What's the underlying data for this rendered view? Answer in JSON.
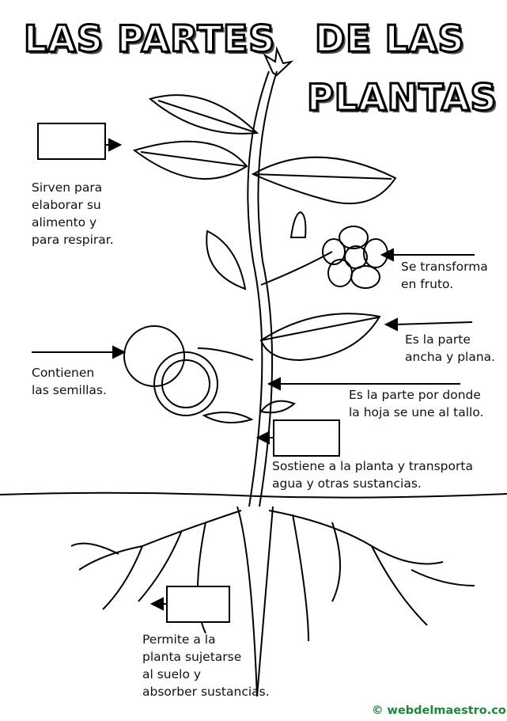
{
  "title": {
    "line1a": "LAS PARTES",
    "line1b": "DE LAS",
    "line2": "PLANTAS"
  },
  "labels": {
    "leaves": [
      "Sirven para",
      "elaborar su",
      "alimento y",
      "para respirar."
    ],
    "flower": [
      "Se transforma",
      "en fruto."
    ],
    "leaf_blade": [
      "Es la parte",
      "ancha y plana."
    ],
    "fruit": [
      "Contienen",
      "las semillas."
    ],
    "petiole": [
      "Es la parte por donde",
      "la hoja se une al tallo."
    ],
    "stem": [
      "Sostiene a la planta y transporta",
      "agua y otras sustancias."
    ],
    "roots": [
      "Permite a la",
      "planta sujetarse",
      "al suelo y",
      "absorber sustancias."
    ]
  },
  "watermark": "© webdelmaestro.com"
}
